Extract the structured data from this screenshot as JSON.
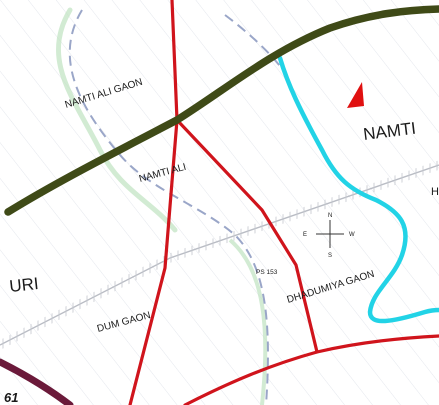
{
  "map": {
    "labels": {
      "namti_ali_gaon": "NAMTI ALI GAON",
      "namti_ali": "NAMTI ALI",
      "namti": "NAMTI",
      "uri": "URI",
      "dum_gaon": "DUM GAON",
      "dhadumiya_gaon": "DHADUMIYA GAON",
      "ps_153": "PS 153",
      "edge_letter": "H",
      "corner_text": "61"
    },
    "compass": {
      "n": "N",
      "s": "S",
      "e": "E",
      "w": "W"
    },
    "colors": {
      "major_road": "#3f4a17",
      "red_road": "#d0141c",
      "river": "#22d3e6",
      "railway": "#b9bcc4",
      "dashed_path": "#9aa6c8",
      "green_track": "#bfe3c1",
      "hatch": "#d9dde6",
      "maroon_road": "#6b1a3a",
      "marker": "#e01010"
    },
    "icons": [
      "compass-icon",
      "north-arrow-icon"
    ]
  }
}
